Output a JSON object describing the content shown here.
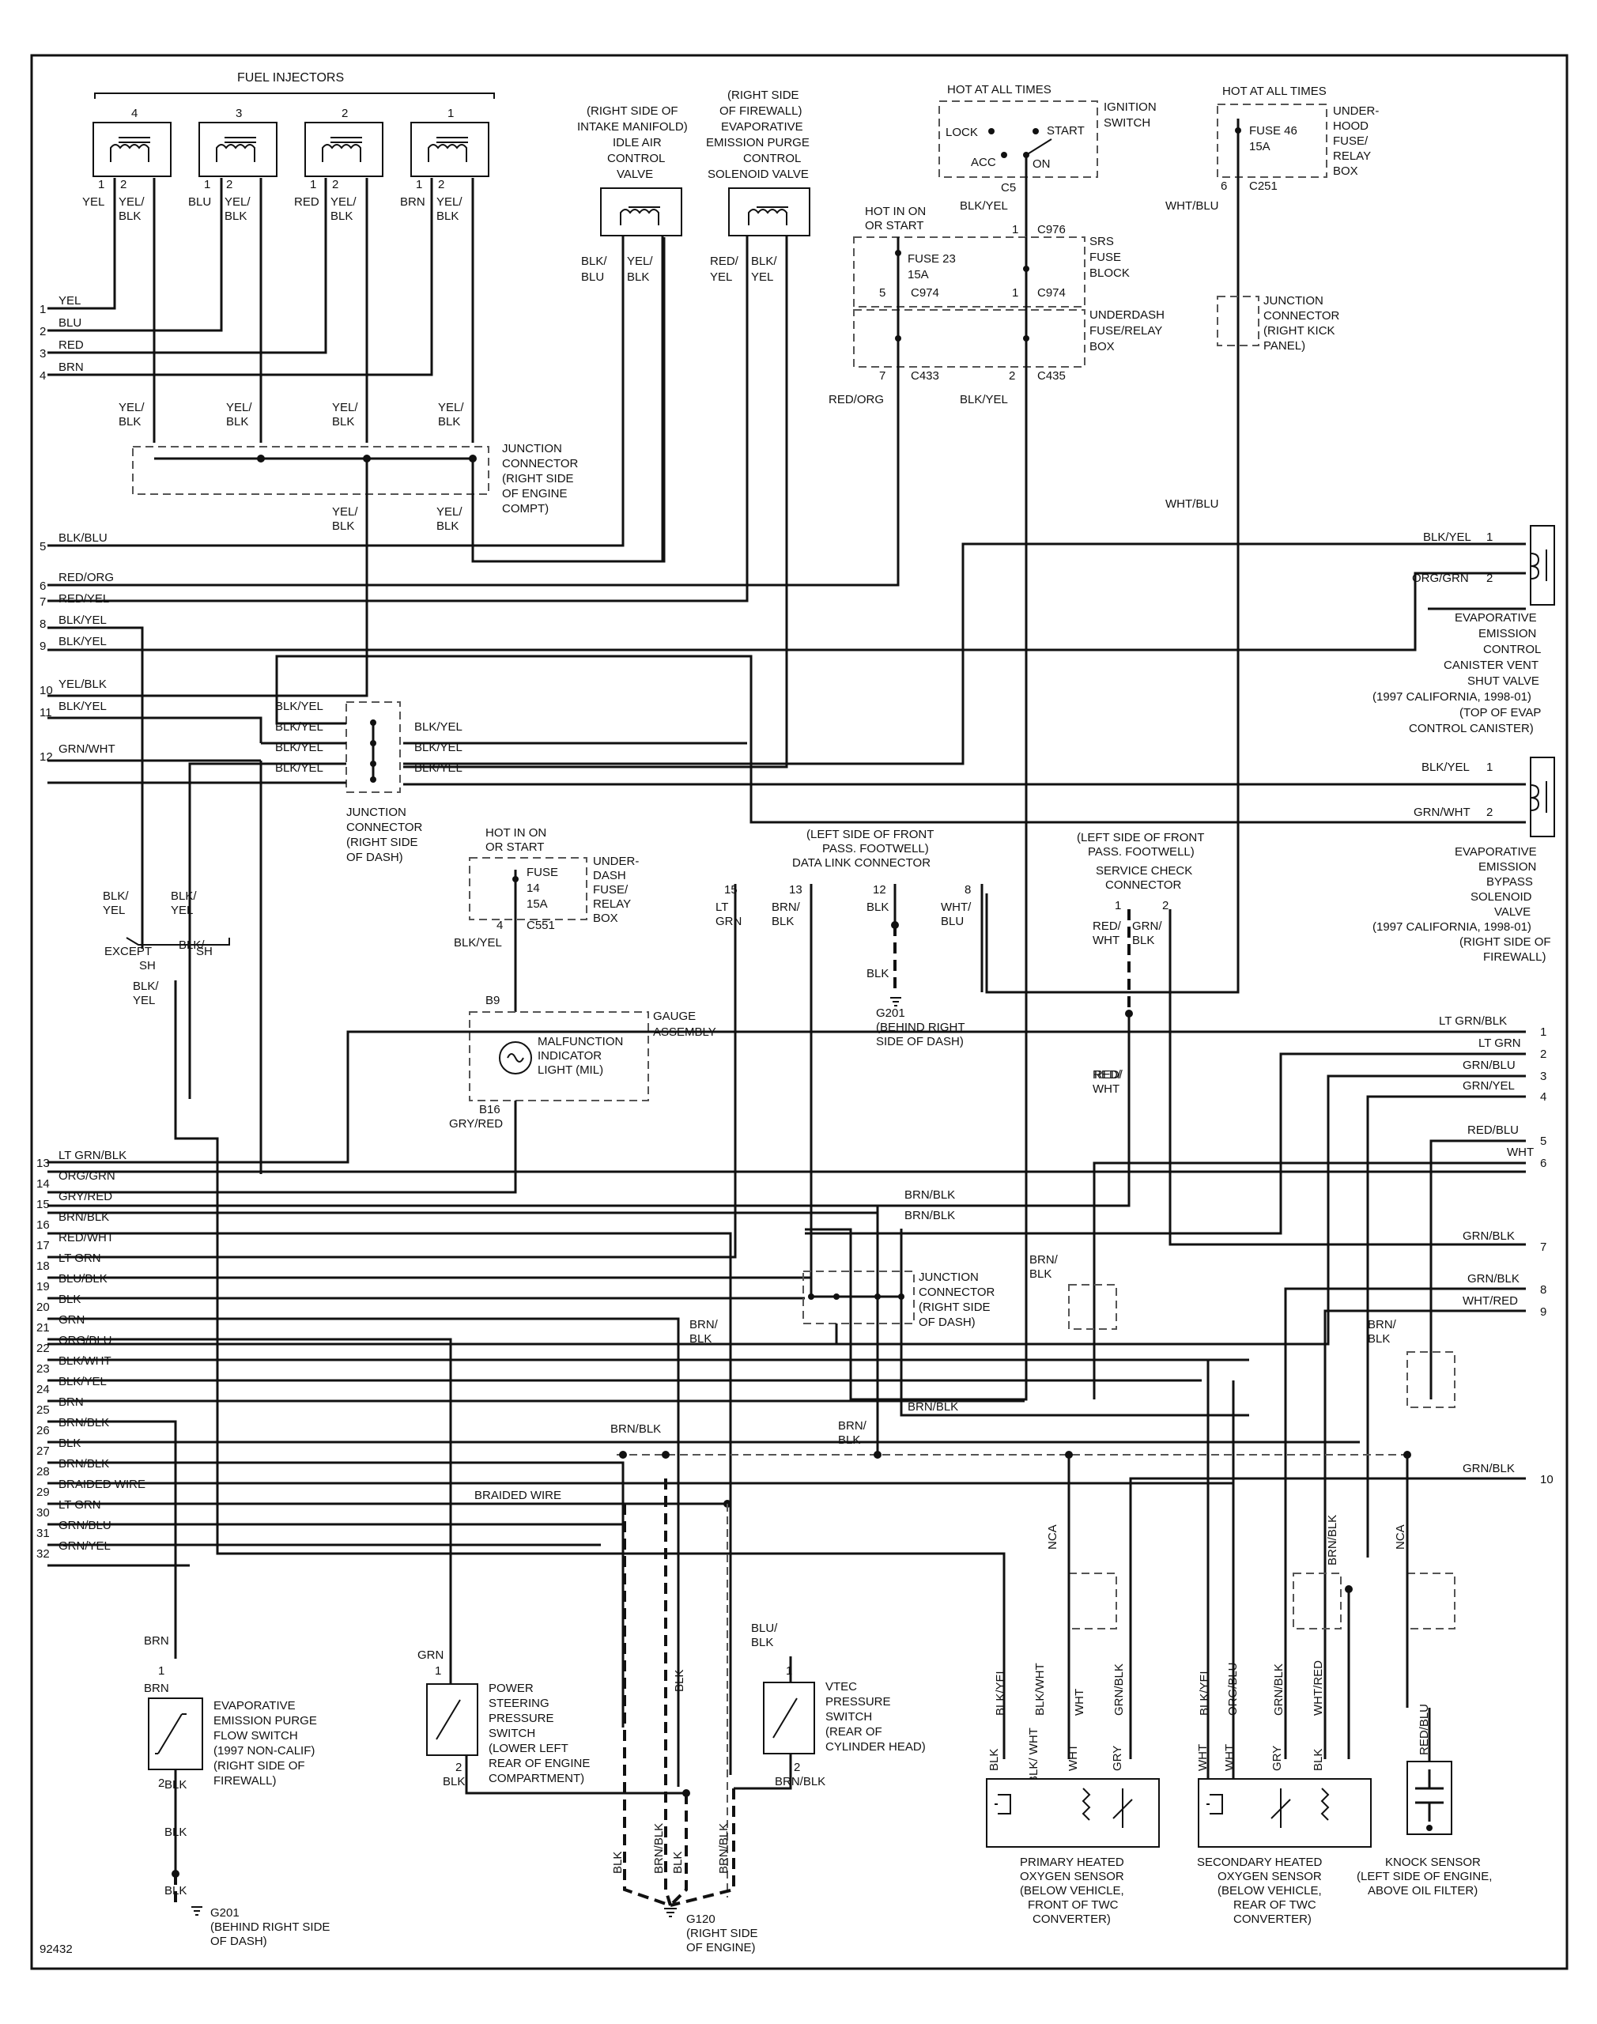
{
  "diagram_id": "92432",
  "components": {
    "fuel_injectors": {
      "label": "FUEL INJECTORS",
      "numbers": [
        "4",
        "3",
        "2",
        "1"
      ],
      "pin_wires": [
        [
          "YEL",
          "YEL/ BLK"
        ],
        [
          "BLU",
          "YEL/ BLK"
        ],
        [
          "RED",
          "YEL/ BLK"
        ],
        [
          "BRN",
          "YEL/ BLK"
        ]
      ]
    },
    "iac_valve": {
      "lines": [
        "(RIGHT SIDE OF",
        "INTAKE MANIFOLD)",
        "IDLE AIR",
        "CONTROL",
        "VALVE"
      ],
      "wires": [
        "BLK/ BLU",
        "YEL/ BLK"
      ]
    },
    "purge_valve": {
      "lines": [
        "(RIGHT SIDE",
        "OF FIREWALL)",
        "EVAPORATIVE",
        "EMISSION PURGE",
        "CONTROL",
        "SOLENOID VALVE"
      ],
      "wires": [
        "RED/ YEL",
        "BLK/ YEL"
      ]
    },
    "ignition_switch": {
      "hot": "HOT AT ALL TIMES",
      "lines": [
        "IGNITION",
        "SWITCH"
      ],
      "positions": [
        "LOCK",
        "START",
        "ACC",
        "ON"
      ],
      "connector": "C5",
      "wire": "BLK/YEL"
    },
    "srs_fuse_block": {
      "hot": [
        "HOT IN ON",
        "OR START"
      ],
      "fuse": [
        "FUSE 23",
        "15A"
      ],
      "connectors": [
        "C976",
        "C974",
        "C974"
      ],
      "lines": [
        "SRS",
        "FUSE",
        "BLOCK"
      ]
    },
    "underdash_box": {
      "lines": [
        "UNDERDASH",
        "FUSE/RELAY",
        "BOX"
      ],
      "connectors": [
        "C433",
        "C435"
      ],
      "wires": [
        "RED/ORG",
        "BLK/YEL"
      ]
    },
    "underhood_box": {
      "hot": "HOT AT ALL TIMES",
      "fuse": [
        "FUSE 46",
        "15A"
      ],
      "lines": [
        "UNDER-",
        "HOOD",
        "FUSE/",
        "RELAY",
        "BOX"
      ],
      "connector": "C251",
      "wire": "WHT/BLU"
    },
    "junction_kick": {
      "lines": [
        "JUNCTION",
        "CONNECTOR",
        "(RIGHT KICK",
        "PANEL)"
      ],
      "wire": "WHT/BLU"
    },
    "junction_engine": {
      "lines": [
        "JUNCTION",
        "CONNECTOR",
        "(RIGHT SIDE",
        "OF ENGINE",
        "COMPT)"
      ]
    },
    "junction_dash1": {
      "lines": [
        "JUNCTION",
        "CONNECTOR",
        "(RIGHT SIDE",
        "OF DASH)"
      ],
      "left": [
        "BLK/YEL",
        "BLK/YEL",
        "BLK/YEL",
        "BLK/YEL"
      ],
      "right": [
        "BLK/YEL",
        "BLK/YEL",
        "BLK/YEL"
      ]
    },
    "junction_dash2": {
      "lines": [
        "JUNCTION",
        "CONNECTOR",
        "(RIGHT SIDE",
        "OF DASH)"
      ]
    },
    "fuse14": {
      "hot": [
        "HOT IN ON",
        "OR START"
      ],
      "fuse": [
        "FUSE",
        "14",
        "15A"
      ],
      "lines": [
        "UNDER-",
        "DASH",
        "FUSE/",
        "RELAY",
        "BOX"
      ],
      "connector": "C551",
      "wire": "BLK/YEL"
    },
    "gauge": {
      "lines": [
        "GAUGE",
        "ASSEMBLY"
      ],
      "mil": [
        "MALFUNCTION",
        "INDICATOR",
        "LIGHT (MIL)"
      ],
      "pins": [
        "B9",
        "B16"
      ],
      "wire": "GRY/RED"
    },
    "dlc": {
      "lines": [
        "(LEFT SIDE OF FRONT",
        "PASS. FOOTWELL)",
        "DATA LINK CONNECTOR"
      ],
      "pins": [
        "15",
        "13",
        "12",
        "8"
      ],
      "wires": [
        "LT GRN",
        "BRN/ BLK",
        "BLK",
        "WHT/ BLU"
      ],
      "ground_wire": "BLK",
      "ground": [
        "G201",
        "(BEHIND RIGHT",
        "SIDE OF DASH)"
      ]
    },
    "service_check": {
      "lines": [
        "(LEFT SIDE OF FRONT",
        "PASS. FOOTWELL)",
        "SERVICE CHECK",
        "CONNECTOR"
      ],
      "wires": [
        "RED/ WHT",
        "GRN/ BLK"
      ],
      "lower_wire": "RED/ WHT"
    },
    "canister_vent": {
      "wires": [
        "BLK/YEL",
        "ORG/GRN"
      ],
      "lines": [
        "EVAPORATIVE",
        "EMISSION",
        "CONTROL",
        "CANISTER VENT",
        "SHUT VALVE",
        "(1997 CALIFORNIA, 1998-01)",
        "(TOP OF EVAP",
        "CONTROL CANISTER)"
      ]
    },
    "bypass_valve": {
      "wires": [
        "BLK/YEL",
        "GRN/WHT"
      ],
      "lines": [
        "EVAPORATIVE",
        "EMISSION",
        "BYPASS",
        "SOLENOID",
        "VALVE",
        "(1997 CALIFORNIA, 1998-01)",
        "(RIGHT SIDE OF",
        "FIREWALL)"
      ]
    },
    "except_sh": {
      "wires": [
        "BLK/ YEL",
        "BLK/ YEL"
      ],
      "labels": [
        "EXCEPT",
        "SH",
        "SH"
      ],
      "lower": "BLK/ YEL"
    },
    "purge_flow": {
      "lines": [
        "EVAPORATIVE",
        "EMISSION PURGE",
        "FLOW SWITCH",
        "(1997 NON-CALIF)",
        "(RIGHT SIDE OF",
        "FIREWALL)"
      ],
      "wires": [
        "BRN",
        "BRN",
        "BLK",
        "BLK",
        "BLK"
      ],
      "ground": [
        "G201",
        "(BEHIND RIGHT SIDE",
        "OF DASH)"
      ]
    },
    "ps_switch": {
      "lines": [
        "POWER",
        "STEERING",
        "PRESSURE",
        "SWITCH",
        "(LOWER LEFT",
        "REAR OF ENGINE",
        "COMPARTMENT)"
      ],
      "wires": [
        "GRN",
        "BLK"
      ]
    },
    "vtec_switch": {
      "lines": [
        "VTEC",
        "PRESSURE",
        "SWITCH",
        "(REAR OF",
        "CYLINDER HEAD)"
      ],
      "wires": [
        "BLU/ BLK",
        "BRN/BLK"
      ]
    },
    "g120": {
      "lines": [
        "G120",
        "(RIGHT SIDE",
        "OF ENGINE)"
      ],
      "wires": [
        "BLK",
        "BRN/BLK",
        "BLK",
        "BRN/BLK"
      ]
    },
    "primary_o2": {
      "lines": [
        "PRIMARY HEATED",
        "OXYGEN SENSOR",
        "(BELOW VEHICLE,",
        "FRONT OF TWC",
        "CONVERTER)"
      ],
      "wires": [
        "BLK/YEL",
        "BLK/WHT",
        "WHT",
        "GRN/BLK"
      ],
      "pins": [
        "BLK",
        "BLK/ WHT",
        "WHT",
        "GRY"
      ]
    },
    "secondary_o2": {
      "lines": [
        "SECONDARY HEATED",
        "OXYGEN SENSOR",
        "(BELOW VEHICLE,",
        "REAR OF TWC",
        "CONVERTER)"
      ],
      "wires": [
        "BLK/YEL",
        "ORG/BLU",
        "GRN/BLK",
        "WHT/RED"
      ],
      "pins": [
        "WHT",
        "WHT",
        "GRY",
        "BLK"
      ]
    },
    "knock_sensor": {
      "lines": [
        "KNOCK SENSOR",
        "(LEFT SIDE OF ENGINE,",
        "ABOVE OIL FILTER)"
      ],
      "wire": "RED/BLU"
    },
    "misc": {
      "brn_blk": "BRN/BLK",
      "braided": "BRAIDED WIRE",
      "nca": "NCA"
    }
  },
  "pcm_left": [
    {
      "n": "1",
      "wire": "YEL"
    },
    {
      "n": "2",
      "wire": "BLU"
    },
    {
      "n": "3",
      "wire": "RED"
    },
    {
      "n": "4",
      "wire": "BRN"
    },
    {
      "n": "5",
      "wire": "BLK/BLU"
    },
    {
      "n": "6",
      "wire": "RED/ORG"
    },
    {
      "n": "7",
      "wire": "RED/YEL"
    },
    {
      "n": "8",
      "wire": "BLK/YEL"
    },
    {
      "n": "9",
      "wire": "BLK/YEL"
    },
    {
      "n": "10",
      "wire": "YEL/BLK"
    },
    {
      "n": "11",
      "wire": "BLK/YEL"
    },
    {
      "n": "12",
      "wire": "GRN/WHT"
    },
    {
      "n": "13",
      "wire": "LT GRN/BLK"
    },
    {
      "n": "14",
      "wire": "ORG/GRN"
    },
    {
      "n": "15",
      "wire": "GRY/RED"
    },
    {
      "n": "16",
      "wire": "BRN/BLK"
    },
    {
      "n": "17",
      "wire": "RED/WHT"
    },
    {
      "n": "18",
      "wire": "LT GRN"
    },
    {
      "n": "19",
      "wire": "BLU/BLK"
    },
    {
      "n": "20",
      "wire": "BLK"
    },
    {
      "n": "21",
      "wire": "GRN"
    },
    {
      "n": "22",
      "wire": "ORG/BLU"
    },
    {
      "n": "23",
      "wire": "BLK/WHT"
    },
    {
      "n": "24",
      "wire": "BLK/YEL"
    },
    {
      "n": "25",
      "wire": "BRN"
    },
    {
      "n": "26",
      "wire": "BRN/BLK"
    },
    {
      "n": "27",
      "wire": "BLK"
    },
    {
      "n": "28",
      "wire": "BRN/BLK"
    },
    {
      "n": "29",
      "wire": "BRAIDED WIRE"
    },
    {
      "n": "30",
      "wire": "LT GRN"
    },
    {
      "n": "31",
      "wire": "GRN/BLU"
    },
    {
      "n": "32",
      "wire": "GRN/YEL"
    }
  ],
  "pcm_right": [
    {
      "n": "1",
      "wire": "LT GRN/BLK"
    },
    {
      "n": "2",
      "wire": "LT GRN"
    },
    {
      "n": "3",
      "wire": "GRN/BLU"
    },
    {
      "n": "4",
      "wire": "GRN/YEL"
    },
    {
      "n": "5",
      "wire": "RED/BLU"
    },
    {
      "n": "6",
      "wire": "WHT"
    },
    {
      "n": "7",
      "wire": "GRN/BLK"
    },
    {
      "n": "8",
      "wire": "GRN/BLK"
    },
    {
      "n": "9",
      "wire": "WHT/RED"
    },
    {
      "n": "10",
      "wire": "GRN/BLK"
    }
  ]
}
